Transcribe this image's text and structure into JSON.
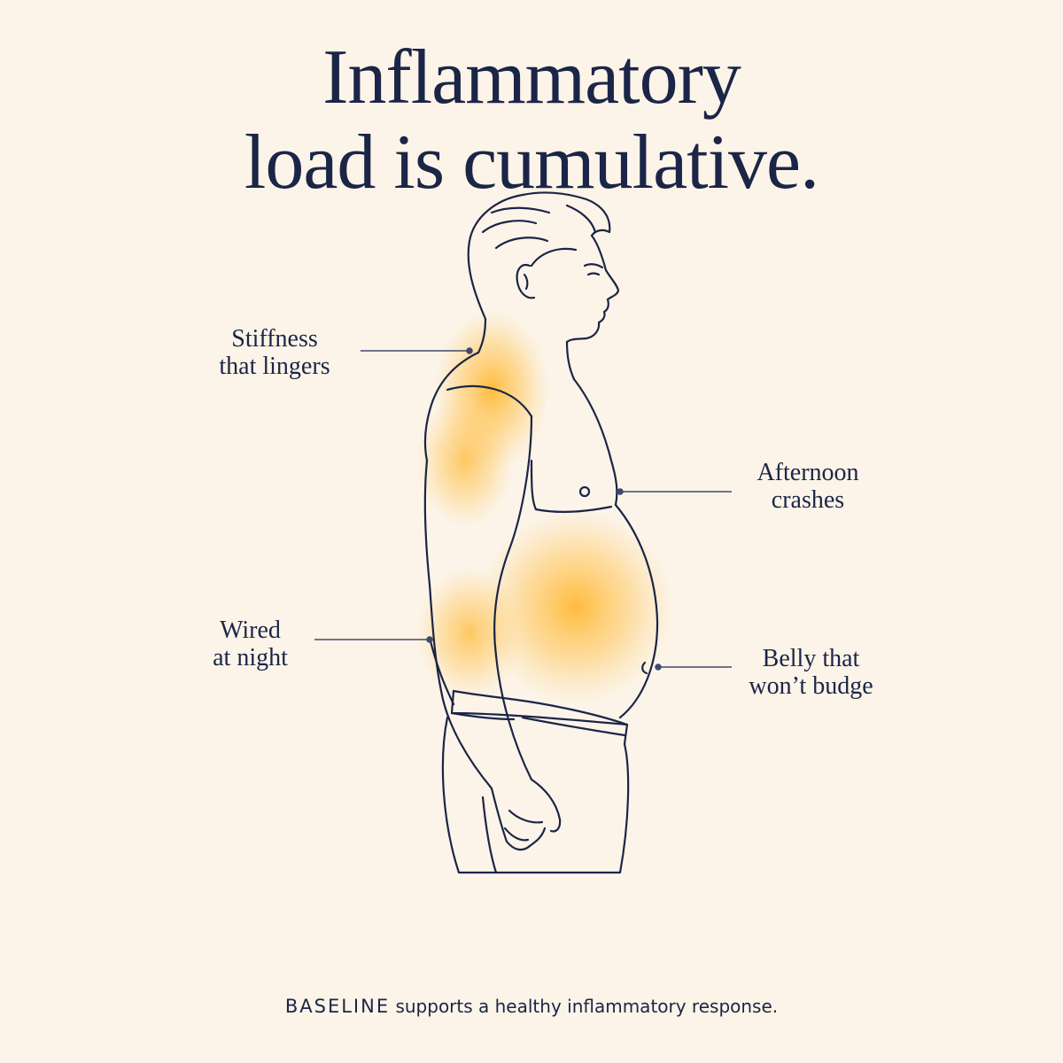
{
  "title": {
    "line1": "Inflammatory",
    "line2": "load is cumulative."
  },
  "callouts": {
    "stiffness": {
      "line1": "Stiffness",
      "line2": "that lingers"
    },
    "afternoon": {
      "line1": "Afternoon",
      "line2": "crashes"
    },
    "wired": {
      "line1": "Wired",
      "line2": "at night"
    },
    "belly": {
      "line1": "Belly that",
      "line2": "won’t budge"
    }
  },
  "footer": {
    "brand": "BASELINE",
    "text": " supports a healthy inflammatory response."
  },
  "colors": {
    "background": "#fcf4e8",
    "ink": "#1b2547",
    "glow": "#ffb21f"
  },
  "icons": [
    "man-profile-illustration",
    "inflammation-glow"
  ]
}
